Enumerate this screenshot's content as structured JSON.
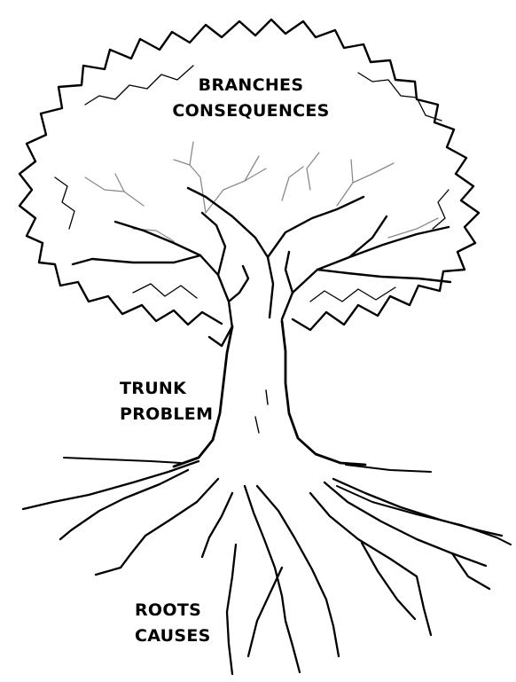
{
  "labels": {
    "branches": {
      "line1": "BRANCHES",
      "line2": "CONSEQUENCES"
    },
    "trunk": {
      "line1": "TRUNK",
      "line2": "PROBLEM"
    },
    "roots": {
      "line1": "ROOTS",
      "line2": "CAUSES"
    }
  },
  "style": {
    "ink": "#000000",
    "paper": "#ffffff",
    "branch_gray": "#8a8a8a"
  }
}
